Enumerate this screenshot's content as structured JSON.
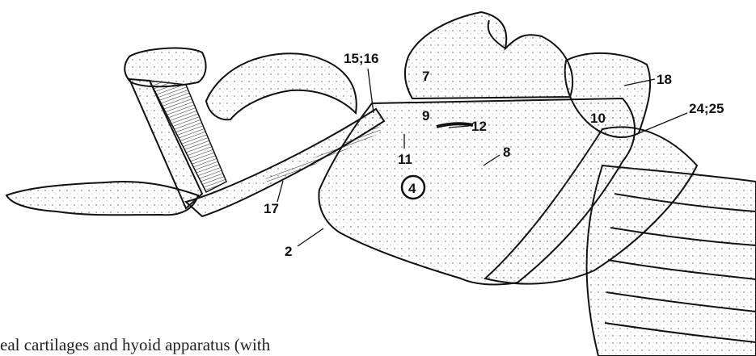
{
  "figure": {
    "labels": {
      "l15_16": "15;16",
      "l7": "7",
      "l18": "18",
      "l24_25": "24;25",
      "l10": "10",
      "l9": "9",
      "l12": "12",
      "l11": "11",
      "l8": "8",
      "l4": "4",
      "l17": "17",
      "l2": "2"
    },
    "caption_text": "eal cartilages and hyoid apparatus (with",
    "colors": {
      "ink": "#111111",
      "paper": "#ffffff",
      "shade": "#d9d9d9"
    }
  }
}
